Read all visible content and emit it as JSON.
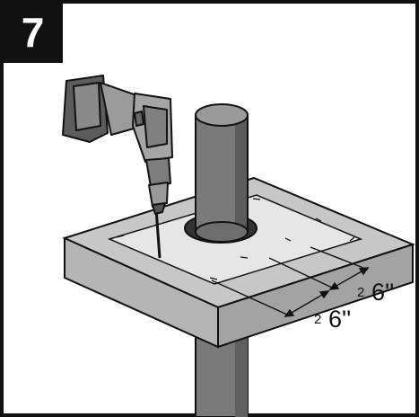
{
  "step": {
    "number": "7"
  },
  "dimensions": [
    {
      "prefix": "2",
      "value": "6''"
    },
    {
      "prefix": "2",
      "value": "6''"
    }
  ],
  "colors": {
    "ink": "#111111",
    "pipe": "#7a7a7a",
    "pipe_dark": "#555555",
    "slab_top": "#c7c7c7",
    "slab_front": "#b3b3b3",
    "slab_side": "#a6a6a6",
    "sheet": "#e6e6e6",
    "drill_body": "#9b9b9b",
    "drill_dark": "#5c5c5c"
  }
}
